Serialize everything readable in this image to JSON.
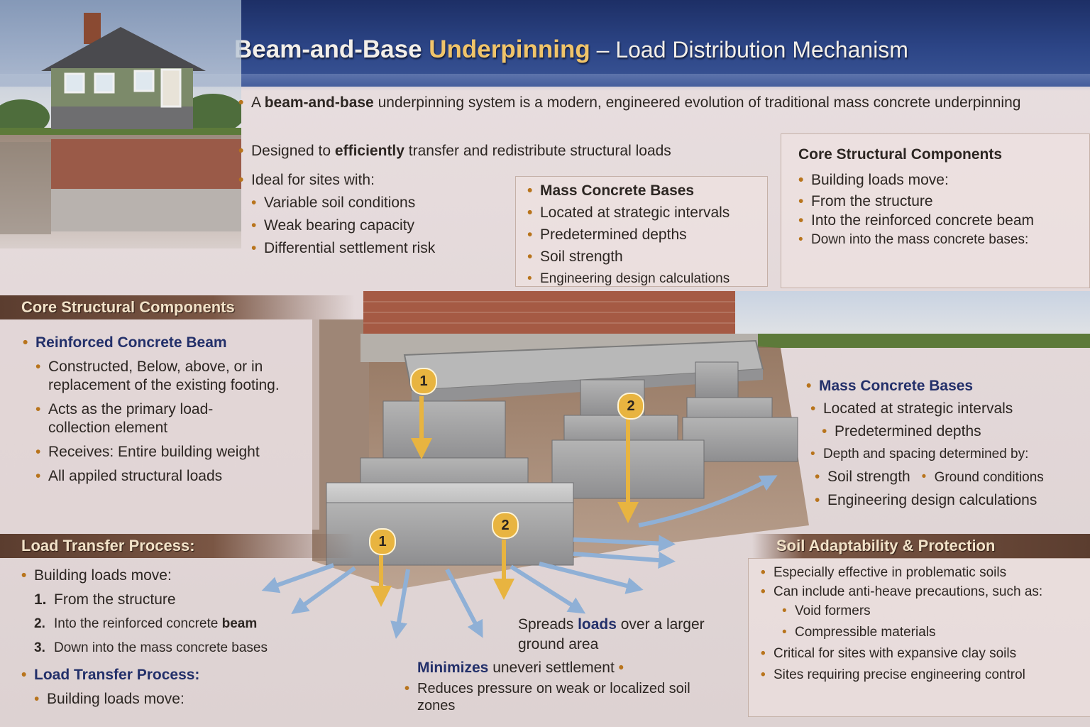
{
  "title": {
    "part1": "Beam-and-Base ",
    "highlight": "Underpinning",
    "part2": " – Load Distribution Mechanism"
  },
  "intro": {
    "b1_pre": "A ",
    "b1_bold": "beam-and-base",
    "b1_post": " underpinning system is a modern, engineered evolution of traditional mass concrete underpinning",
    "b2_pre": "Designed to ",
    "b2_bold": "efficiently",
    "b2_post": " transfer and redistribute structural loads",
    "b3": "Ideal for sites with:",
    "b3_items": [
      "Variable soil conditions",
      "Weak bearing capacity",
      "Differential settlement risk"
    ]
  },
  "mass_box": {
    "heading": "Mass Concrete Bases",
    "b1": "Located at strategic intervals",
    "items": [
      "Predetermined depths",
      "Soil strength",
      "Engineering design calculations"
    ]
  },
  "core_box_right": {
    "heading": "Core Structural Components",
    "b1": "Building loads move:",
    "items": [
      "From the structure",
      "Into the reinforced concrete beam",
      "Down into the mass concrete bases:"
    ]
  },
  "core_left": {
    "heading": "Core Structural Components",
    "beam_heading": "Reinforced Concrete Beam",
    "items": [
      "Constructed, Below, above, or in replacement of the existing footing.",
      "Acts as the primary load-collection element",
      "Receives: Entire building weight",
      "All appiled structural loads"
    ]
  },
  "load_transfer": {
    "heading": "Load Transfer Process:",
    "b1": "Building loads move:",
    "steps": [
      {
        "n": "1.",
        "pre": "From the structure",
        "bold": ""
      },
      {
        "n": "2.",
        "pre": "Into the reinforced concrete ",
        "bold": "beam"
      },
      {
        "n": "3.",
        "pre": "Down into the mass concrete bases",
        "bold": ""
      }
    ],
    "repeat_heading": "Load Transfer Process:",
    "repeat_b1": "Building loads move:"
  },
  "mass_right": {
    "heading": "Mass Concrete Bases",
    "b1": "Located at strategic intervals",
    "sub1": "Predetermined depths",
    "b2": "Depth and spacing determined by:",
    "pair1": "Soil strength",
    "pair2": "Ground conditions",
    "sub3": "Engineering design calculations"
  },
  "soil": {
    "heading": "Soil Adaptability & Protection",
    "b1": "Especially effective in problematic soils",
    "b2": "Can include anti-heave precautions, such as:",
    "items": [
      "Void formers",
      "Compressible materials"
    ],
    "b3": "Critical for sites with expansive clay soils",
    "b4": "Sites requiring precise engineering control"
  },
  "center": {
    "spreads_pre": "Spreads ",
    "spreads_bold": "loads",
    "spreads_post": " over a larger ground area",
    "minimizes_bold": "Minimizes",
    "minimizes_post": " uneveri settlement",
    "reduces": "Reduces pressure on weak or localized soil zones"
  },
  "markers": [
    "1",
    "2",
    "1",
    "2"
  ],
  "colors": {
    "header": "#2c4586",
    "accent": "#f0c46a",
    "marker": "#e8b440",
    "section_bar": "#6b4838",
    "navy": "#23306a"
  }
}
